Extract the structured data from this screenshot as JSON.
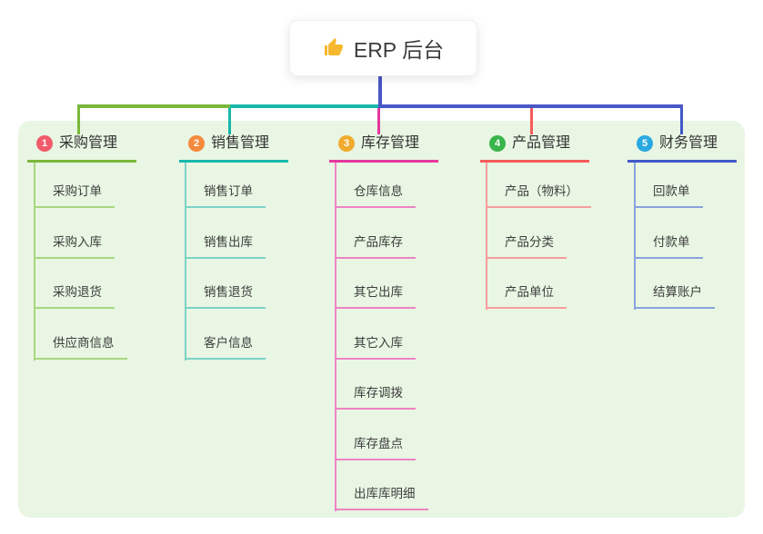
{
  "root": {
    "icon": "thumbs-up",
    "label": "ERP 后台"
  },
  "colors": {
    "background": "#ffffff",
    "panel": "#e8f6e3",
    "bus_indigo": "#4a57c5",
    "text": "#333333"
  },
  "branches": [
    {
      "num": "1",
      "label": "采购管理",
      "badge_color": "#f25b6b",
      "line_color": "#7ab83a",
      "child_line_color": "#a9d77f",
      "children": [
        "采购订单",
        "采购入库",
        "采购退货",
        "供应商信息"
      ]
    },
    {
      "num": "2",
      "label": "销售管理",
      "badge_color": "#f58a3d",
      "line_color": "#17b8ab",
      "child_line_color": "#7cd2c6",
      "children": [
        "销售订单",
        "销售出库",
        "销售退货",
        "客户信息"
      ]
    },
    {
      "num": "3",
      "label": "库存管理",
      "badge_color": "#f0ab2f",
      "line_color": "#e4389e",
      "child_line_color": "#ef83c4",
      "children": [
        "仓库信息",
        "产品库存",
        "其它出库",
        "其它入库",
        "库存调拨",
        "库存盘点",
        "出库库明细"
      ]
    },
    {
      "num": "4",
      "label": "产品管理",
      "badge_color": "#39b54a",
      "line_color": "#f65b5b",
      "child_line_color": "#f79d9d",
      "children": [
        "产品（物料）",
        "产品分类",
        "产品单位"
      ]
    },
    {
      "num": "5",
      "label": "财务管理",
      "badge_color": "#29a9e0",
      "line_color": "#4258c8",
      "child_line_color": "#8aa2dd",
      "children": [
        "回款单",
        "付款单",
        "结算账户"
      ]
    }
  ]
}
